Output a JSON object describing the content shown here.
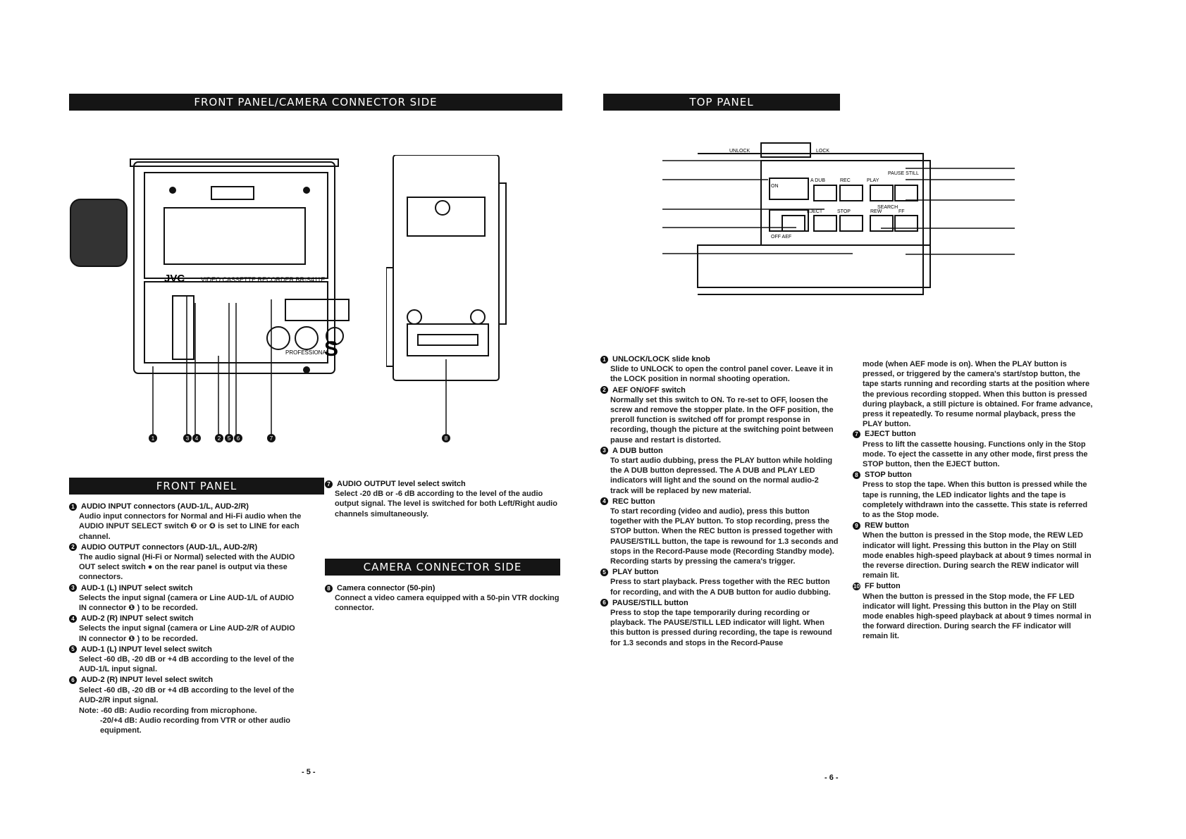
{
  "banners": {
    "front_camera": "FRONT PANEL/CAMERA CONNECTOR SIDE",
    "top": "TOP PANEL",
    "front": "FRONT PANEL",
    "camera": "CAMERA CONNECTOR SIDE"
  },
  "device": {
    "brand": "JVC",
    "model_line": "VIDEO CASSETTE RECORDER BR-S411E",
    "pro_label": "PROFESSIONAL",
    "pro_logo": "S",
    "top_labels": {
      "unlock": "UNLOCK",
      "lock": "LOCK",
      "on": "ON",
      "off_aef": "OFF AEF",
      "adub": "A DUB",
      "rec": "REC",
      "play": "PLAY",
      "pause_still": "PAUSE STILL",
      "search": "SEARCH",
      "eject": "EJECT",
      "stop": "STOP",
      "rew": "REW",
      "ff": "FF"
    }
  },
  "front_panel_items": [
    {
      "num": "1",
      "title": "AUDIO INPUT connectors (AUD-1/L, AUD-2/R)",
      "body": "Audio input connectors for Normal and Hi-Fi audio when the AUDIO INPUT SELECT switch ❸ or ❹ is set to LINE for each channel."
    },
    {
      "num": "2",
      "title": "AUDIO OUTPUT connectors (AUD-1/L, AUD-2/R)",
      "body": "The audio signal (Hi-Fi or Normal) selected with the AUDIO OUT select switch ● on the rear panel is output via these connectors."
    },
    {
      "num": "3",
      "title": "AUD-1 (L) INPUT select switch",
      "body": "Selects the input signal (camera or Line AUD-1/L of AUDIO IN connector ❶ ) to be recorded."
    },
    {
      "num": "4",
      "title": "AUD-2 (R) INPUT select switch",
      "body": "Selects the input signal (camera or Line AUD-2/R of AUDIO IN connector ❶ ) to be recorded."
    },
    {
      "num": "5",
      "title": "AUD-1 (L) INPUT level select switch",
      "body": "Select -60 dB, -20 dB or +4 dB according to the level of the AUD-1/L input signal."
    },
    {
      "num": "6",
      "title": "AUD-2 (R) INPUT level select switch",
      "body": "Select -60 dB, -20 dB or +4 dB according to the level of the AUD-2/R input signal."
    }
  ],
  "front_note": {
    "line1": "Note: -60 dB: Audio recording from microphone.",
    "line2": "-20/+4 dB: Audio recording from VTR or other audio equipment."
  },
  "audio_output_item": {
    "num": "7",
    "title": "AUDIO OUTPUT level select switch",
    "body": "Select -20 dB or -6 dB according to the level of the audio output signal. The level is switched for both Left/Right audio channels simultaneously."
  },
  "camera_item": {
    "num": "8",
    "title": "Camera connector (50-pin)",
    "body": "Connect a video camera equipped with a 50-pin VTR docking connector."
  },
  "top_items_col1": [
    {
      "num": "1",
      "title": "UNLOCK/LOCK slide knob",
      "body": "Slide to UNLOCK to open the control panel cover. Leave it in the LOCK position in normal shooting operation."
    },
    {
      "num": "2",
      "title": "AEF ON/OFF switch",
      "body": "Normally set this switch to ON. To re-set to OFF, loosen the screw and remove the stopper plate. In the OFF position, the preroll function is switched off for prompt response in recording, though the picture at the switching point between pause and restart is distorted."
    },
    {
      "num": "3",
      "title": "A DUB button",
      "body": "To start audio dubbing, press the PLAY button while holding the A DUB button depressed. The A DUB and PLAY LED indicators will light and the sound on the normal audio-2 track will be replaced by new material."
    },
    {
      "num": "4",
      "title": "REC button",
      "body": "To start recording (video and audio), press this button together with the PLAY button. To stop recording, press the STOP button. When the REC button is pressed together with PAUSE/STILL button, the tape is rewound for 1.3 seconds and stops in the Record-Pause mode (Recording Standby mode). Recording starts by pressing the camera's trigger."
    },
    {
      "num": "5",
      "title": "PLAY button",
      "body": "Press to start playback. Press together with the REC button for recording, and with the A DUB button for audio dubbing."
    },
    {
      "num": "6",
      "title": "PAUSE/STILL button",
      "body": "Press to stop the tape temporarily during recording or playback. The PAUSE/STILL LED indicator will light. When this button is pressed during recording, the tape is rewound for 1.3 seconds and stops in the Record-Pause"
    }
  ],
  "top_col2_cont": "mode (when AEF mode is on). When the PLAY button is pressed, or triggered by the camera's start/stop button, the tape starts running and recording starts at the position where the previous recording stopped. When this button is pressed during playback, a still picture is obtained. For frame advance, press it repeatedly. To resume normal playback, press the PLAY button.",
  "top_items_col2": [
    {
      "num": "7",
      "title": "EJECT button",
      "body": "Press to lift the cassette housing. Functions only in the Stop mode. To eject the cassette in any other mode, first press the STOP button, then the EJECT button."
    },
    {
      "num": "8",
      "title": "STOP button",
      "body": "Press to stop the tape. When this button is pressed while the tape is running, the LED indicator lights and the tape is completely withdrawn into the cassette. This state is referred to as the Stop mode."
    },
    {
      "num": "9",
      "title": "REW button",
      "body": "When the button is pressed in the Stop mode, the REW LED indicator will light. Pressing this button in the Play on Still mode enables high-speed playback at about 9 times normal in the reverse direction. During search the REW indicator will remain lit."
    },
    {
      "num": "10",
      "title": "FF button",
      "body": "When the button is pressed in the Stop mode, the FF LED indicator will light. Pressing this button in the Play on Still mode enables high-speed playback at about 9 times normal in the forward direction. During search the FF indicator will remain lit."
    }
  ],
  "page_numbers": {
    "left": "- 5 -",
    "right": "- 6 -"
  }
}
